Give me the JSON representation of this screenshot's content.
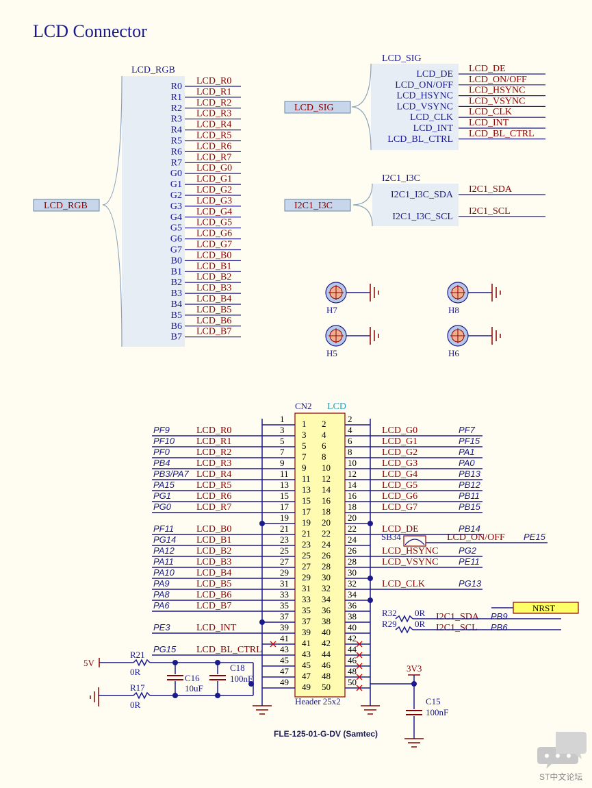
{
  "title": "LCD Connector",
  "lcd_rgb": {
    "sheet_name": "LCD_RGB",
    "entry_label": "LCD_RGB",
    "pins": [
      "R0",
      "R1",
      "R2",
      "R3",
      "R4",
      "R5",
      "R6",
      "R7",
      "G0",
      "G1",
      "G2",
      "G3",
      "G4",
      "G5",
      "G6",
      "G7",
      "B0",
      "B1",
      "B2",
      "B3",
      "B4",
      "B5",
      "B6",
      "B7"
    ],
    "nets": [
      "LCD_R0",
      "LCD_R1",
      "LCD_R2",
      "LCD_R3",
      "LCD_R4",
      "LCD_R5",
      "LCD_R6",
      "LCD_R7",
      "LCD_G0",
      "LCD_G1",
      "LCD_G2",
      "LCD_G3",
      "LCD_G4",
      "LCD_G5",
      "LCD_G6",
      "LCD_G7",
      "LCD_B0",
      "LCD_B1",
      "LCD_B2",
      "LCD_B3",
      "LCD_B4",
      "LCD_B5",
      "LCD_B6",
      "LCD_B7"
    ]
  },
  "lcd_sig": {
    "sheet_name": "LCD_SIG",
    "entry_label": "LCD_SIG",
    "pins": [
      "LCD_DE",
      "LCD_ON/OFF",
      "LCD_HSYNC",
      "LCD_VSYNC",
      "LCD_CLK",
      "LCD_INT",
      "LCD_BL_CTRL"
    ],
    "nets": [
      "LCD_DE",
      "LCD_ON/OFF",
      "LCD_HSYNC",
      "LCD_VSYNC",
      "LCD_CLK",
      "LCD_INT",
      "LCD_BL_CTRL"
    ]
  },
  "i2c": {
    "sheet_name": "I2C1_I3C",
    "entry_label": "I2C1_I3C",
    "pins": [
      "I2C1_I3C_SDA",
      "I2C1_I3C_SCL"
    ],
    "nets": [
      "I2C1_SDA",
      "I2C1_SCL"
    ]
  },
  "holes": [
    "H7",
    "H8",
    "H5",
    "H6"
  ],
  "connector": {
    "ref": "CN2",
    "value": "LCD",
    "type": "Header 25x2",
    "part": "FLE-125-01-G-DV (Samtec)",
    "left_numbers": [
      "1",
      "3",
      "5",
      "7",
      "9",
      "11",
      "13",
      "15",
      "17",
      "19",
      "21",
      "23",
      "25",
      "27",
      "29",
      "31",
      "33",
      "35",
      "37",
      "39",
      "41",
      "43",
      "45",
      "47",
      "49"
    ],
    "right_numbers": [
      "2",
      "4",
      "6",
      "8",
      "10",
      "12",
      "14",
      "16",
      "18",
      "20",
      "22",
      "24",
      "26",
      "28",
      "30",
      "32",
      "34",
      "36",
      "38",
      "40",
      "42",
      "44",
      "46",
      "48",
      "50"
    ],
    "left_ports": [
      "",
      "PF9",
      "PF10",
      "PF0",
      "PB4",
      "PB3/PA7",
      "PA15",
      "PG1",
      "PG0",
      "",
      "PF11",
      "PG14",
      "PA12",
      "PA11",
      "PA10",
      "PA9",
      "PA8",
      "PA6",
      "",
      "PE3",
      "",
      "PG15",
      "",
      "",
      ""
    ],
    "left_nets": [
      "",
      "LCD_R0",
      "LCD_R1",
      "LCD_R2",
      "LCD_R3",
      "LCD_R4",
      "LCD_R5",
      "LCD_R6",
      "LCD_R7",
      "",
      "LCD_B0",
      "LCD_B1",
      "LCD_B2",
      "LCD_B3",
      "LCD_B4",
      "LCD_B5",
      "LCD_B6",
      "LCD_B7",
      "",
      "LCD_INT",
      "",
      "LCD_BL_CTRL",
      "",
      "",
      ""
    ],
    "right_nets": [
      "",
      "LCD_G0",
      "LCD_G1",
      "LCD_G2",
      "LCD_G3",
      "LCD_G4",
      "LCD_G5",
      "LCD_G6",
      "LCD_G7",
      "",
      "LCD_DE",
      "",
      "LCD_HSYNC",
      "LCD_VSYNC",
      "",
      "LCD_CLK",
      "",
      "",
      "I2C1_SDA",
      "I2C1_SCL",
      "",
      "",
      "",
      "",
      ""
    ],
    "right_ports": [
      "",
      "PF7",
      "PF15",
      "PA1",
      "PA0",
      "PB13",
      "PB12",
      "PB11",
      "PB15",
      "",
      "PB14",
      "",
      "PG2",
      "PE11",
      "",
      "PG13",
      "",
      "",
      "PB9",
      "PB6",
      "",
      "",
      "",
      "",
      ""
    ]
  },
  "sb34": {
    "ref": "SB34",
    "net": "LCD_ON/OFF",
    "port": "PE15"
  },
  "r32": {
    "ref": "R32",
    "value": "0R"
  },
  "r29": {
    "ref": "R29",
    "value": "0R"
  },
  "nrst": "NRST",
  "power_5v": "5V",
  "r21": {
    "ref": "R21",
    "value": "0R"
  },
  "r17": {
    "ref": "R17",
    "value": "0R"
  },
  "c16": {
    "ref": "C16",
    "value": "10uF"
  },
  "c18": {
    "ref": "C18",
    "value": "100nF"
  },
  "power_3v3": "3V3",
  "c15": {
    "ref": "C15",
    "value": "100nF"
  },
  "watermark": "ST中文论坛"
}
